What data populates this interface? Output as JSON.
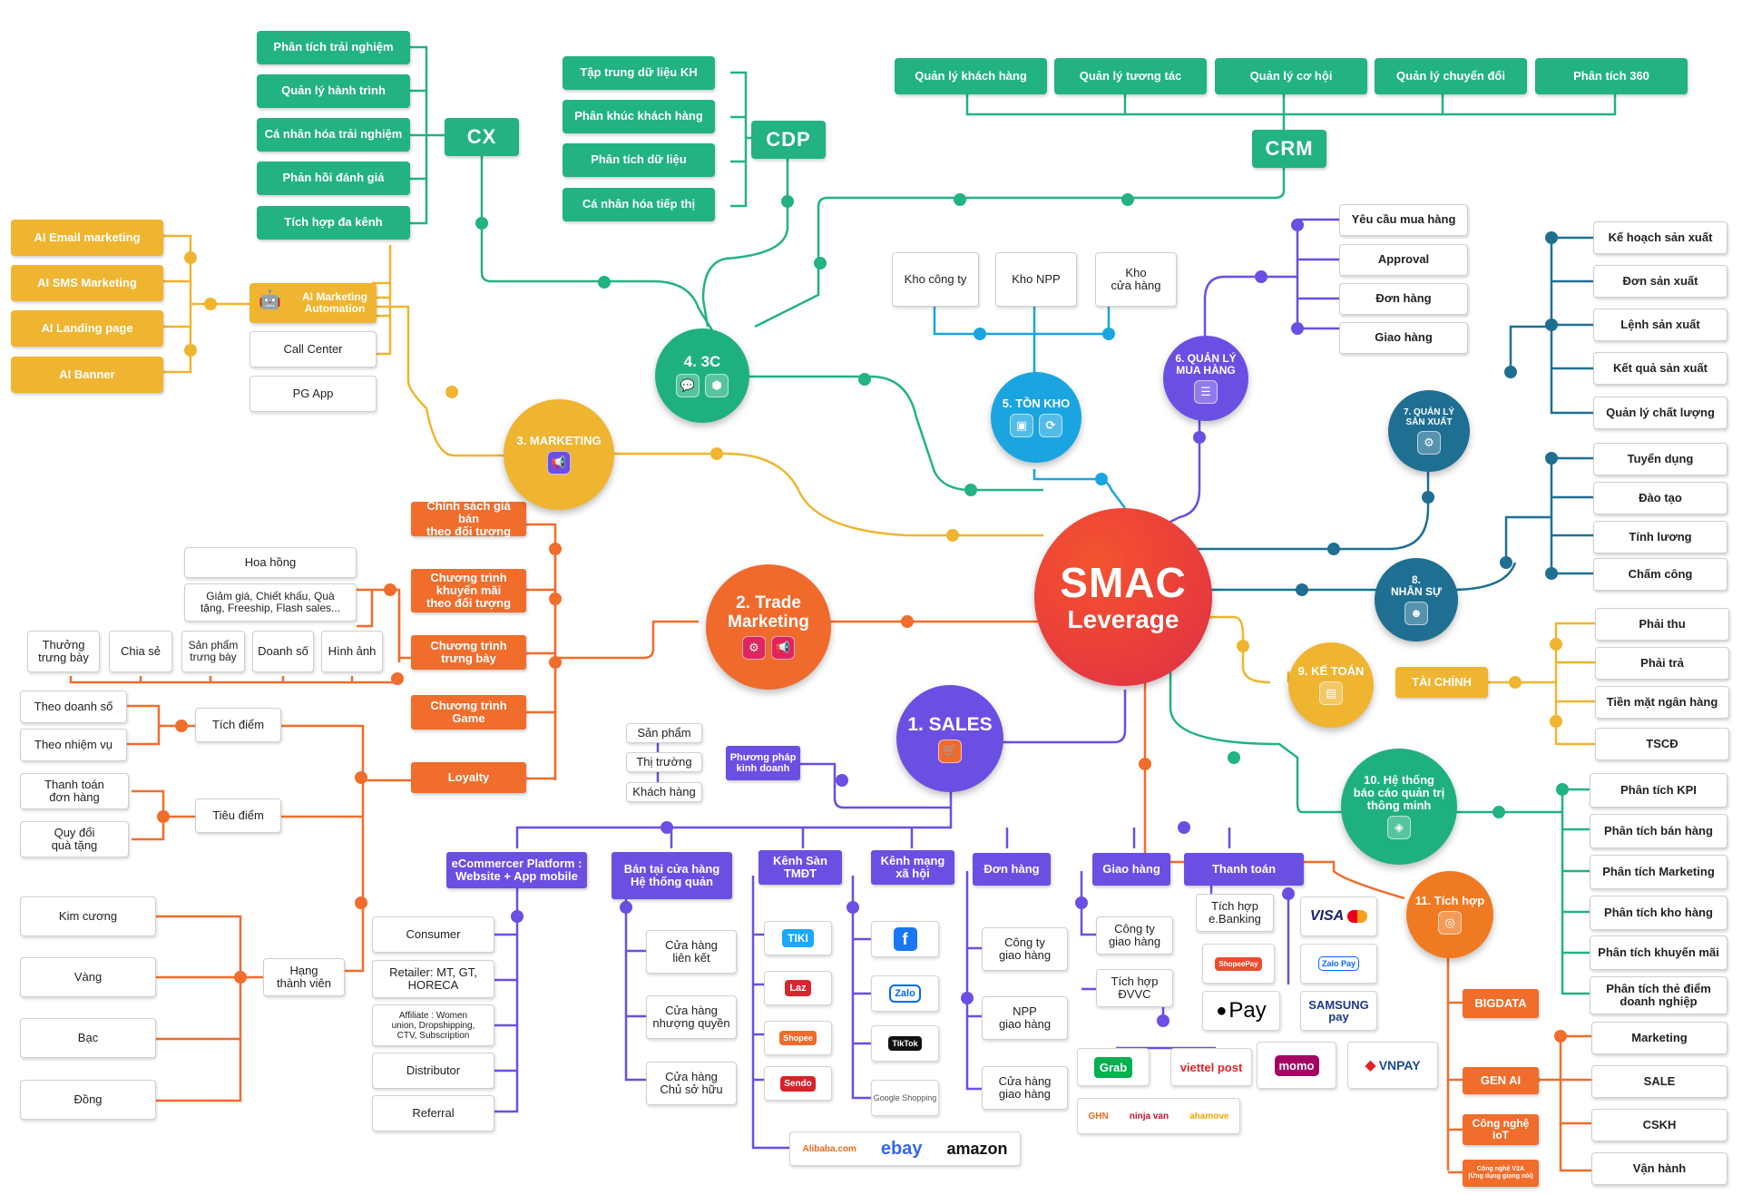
{
  "center": {
    "line1": "SMAC",
    "line2": "Leverage"
  },
  "hubs": {
    "sales": "1. SALES",
    "trade": "2. Trade\nMarketing",
    "marketing": "3. MARKETING",
    "c3": "4. 3C",
    "tonkho": "5. TỒN KHO",
    "muahang": "6. QUẢN LÝ\nMUA HÀNG",
    "sanxuat": "7. QUẢN LÝ\nSẢN XUẤT",
    "nhansu": "8.\nNHÂN SỰ",
    "ketoan": "9. KẾ TOÁN",
    "baocao": "10. Hệ thống\nbáo cáo quản trị\nthông minh",
    "tichhop": "11. Tích hợp"
  },
  "cx": {
    "title": "CX",
    "items": [
      "Phân tích trải nghiệm",
      "Quản lý hành trình",
      "Cá nhân hóa trải nghiệm",
      "Phản hồi đánh giá",
      "Tích hợp đa kênh"
    ]
  },
  "cdp": {
    "title": "CDP",
    "items": [
      "Tập trung dữ liệu KH",
      "Phân khúc khách hàng",
      "Phân tích dữ liệu",
      "Cá nhân hóa tiếp thị"
    ]
  },
  "crm": {
    "title": "CRM",
    "items": [
      "Quản lý khách hàng",
      "Quản lý tương tác",
      "Quản lý cơ hội",
      "Quản lý chuyển đổi",
      "Phân tích 360"
    ]
  },
  "ai": {
    "items": [
      "AI Email marketing",
      "AI SMS Marketing",
      "AI Landing page",
      "AI Banner"
    ],
    "automation": "AI Marketing\nAutomation",
    "call_center": "Call Center",
    "pg_app": "PG App"
  },
  "warehouse": {
    "items": [
      "Kho công ty",
      "Kho NPP",
      "Kho\ncửa hàng"
    ]
  },
  "purchase": {
    "items": [
      "Yêu cầu mua hàng",
      "Approval",
      "Đơn hàng",
      "Giao hàng"
    ]
  },
  "production": {
    "items": [
      "Kế hoạch sản xuất",
      "Đơn sản xuất",
      "Lệnh sản xuất",
      "Kết quả sản xuất",
      "Quản lý chất lượng"
    ]
  },
  "hr": {
    "items": [
      "Tuyển dụng",
      "Đào tạo",
      "Tính lương",
      "Chấm công"
    ]
  },
  "finance": {
    "title": "TÀI CHÍNH",
    "items": [
      "Phải thu",
      "Phải trả",
      "Tiền mặt ngân hàng",
      "TSCĐ"
    ]
  },
  "reports": {
    "items": [
      "Phân tích KPI",
      "Phân tích bán hàng",
      "Phân tích Marketing",
      "Phân tích kho hàng",
      "Phân tích khuyến mãi",
      "Phân tích thẻ điểm\ndoanh nghiệp"
    ]
  },
  "integration": {
    "items": [
      "BIGDATA",
      "GEN AI",
      "Công nghệ\nIoT",
      "Công nghệ V2A\n(Ứng dụng giọng nói)"
    ],
    "genai_items": [
      "Marketing",
      "SALE",
      "CSKH",
      "Vận hành"
    ]
  },
  "trade": {
    "programs": [
      "Chính sách giá bán\ntheo đối tượng",
      "Chương trình\nkhuyến mãi\ntheo đối tượng",
      "Chương trình\ntrưng bày",
      "Chương trình\nGame",
      "Loyalty"
    ],
    "promo_items": [
      "Hoa hồng",
      "Giảm giá, Chiết khấu, Quà\ntặng, Freeship, Flash sales..."
    ],
    "display_items": [
      "Thưởng\ntrưng bày",
      "Chia sẻ",
      "Sản phẩm\ntrưng bày",
      "Doanh số",
      "Hình ảnh"
    ],
    "loyalty": {
      "tich_diem": "Tích điểm",
      "tich_items": [
        "Theo doanh số",
        "Theo nhiệm vụ"
      ],
      "tieu_diem": "Tiêu điểm",
      "tieu_items": [
        "Thanh toán\nđơn hàng",
        "Quy đổi\nquà tặng"
      ],
      "hang": "Hạng\nthành viên",
      "hang_items": [
        "Kim cương",
        "Vàng",
        "Bạc",
        "Đồng"
      ]
    }
  },
  "sales": {
    "method": "Phương pháp\nkinh doanh",
    "method_items": [
      "Sản phẩm",
      "Thị trường",
      "Khách hàng"
    ],
    "channels": [
      "eCommercer Platform :\nWebsite + App mobile",
      "Bán tại cửa hàng\nHệ thống quản",
      "Kênh Sàn\nTMĐT",
      "Kênh mạng\nxã hội",
      "Đơn hàng",
      "Giao hàng",
      "Thanh toán"
    ],
    "ecom_items": [
      "Consumer",
      "Retailer: MT, GT,\nHORECA",
      "Affiliate : Women\nunion, Dropshipping,\nCTV, Subscription",
      "Distributor",
      "Referral"
    ],
    "store_items": [
      "Cửa hàng\nliên kết",
      "Cửa hàng\nnhượng quyền",
      "Cửa hàng\nChủ sở hữu"
    ],
    "order_items": [
      "Công ty\ngiao hàng",
      "NPP\ngiao hàng",
      "Cửa hàng\ngiao hàng"
    ],
    "delivery_items": [
      "Công ty\ngiao hàng",
      "Tích hợp\nĐVVC"
    ],
    "payment_items": [
      "Tích hợp\ne.Banking"
    ],
    "marketplaces": [
      "TIKI",
      "Laz",
      "Shopee",
      "Sendo"
    ],
    "global_marketplaces": [
      "Alibaba.com",
      "ebay",
      "amazon"
    ],
    "social": [
      "f",
      "Zalo",
      "TikTok",
      "Google Shopping"
    ],
    "payment_logos": [
      "VISA",
      "ShopeePay",
      "Zalo Pay",
      "Pay",
      "SAMSUNG\npay",
      "momo",
      "VNPAY"
    ],
    "carriers": [
      "Grab",
      "viettel post",
      "GHN",
      "ninja van",
      "ahamove"
    ]
  }
}
